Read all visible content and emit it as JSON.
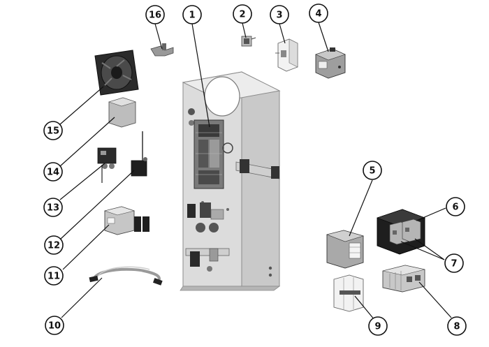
{
  "diagram": {
    "callouts": [
      {
        "id": "16",
        "label": "16"
      },
      {
        "id": "1",
        "label": "1"
      },
      {
        "id": "2",
        "label": "2"
      },
      {
        "id": "3",
        "label": "3"
      },
      {
        "id": "4",
        "label": "4"
      },
      {
        "id": "15",
        "label": "15"
      },
      {
        "id": "14",
        "label": "14"
      },
      {
        "id": "13",
        "label": "13"
      },
      {
        "id": "12",
        "label": "12"
      },
      {
        "id": "11",
        "label": "11"
      },
      {
        "id": "10",
        "label": "10"
      },
      {
        "id": "5",
        "label": "5"
      },
      {
        "id": "6",
        "label": "6"
      },
      {
        "id": "7",
        "label": "7"
      },
      {
        "id": "8",
        "label": "8"
      },
      {
        "id": "9",
        "label": "9"
      }
    ]
  },
  "colors": {
    "panel": "#d9d9d9",
    "panel_edge": "#9a9a9a",
    "dark_part": "#2a2a2a",
    "mid_part": "#bfbfbf",
    "light_part": "#eeeeee",
    "board": "#6e6e6e",
    "outline": "#111111"
  }
}
